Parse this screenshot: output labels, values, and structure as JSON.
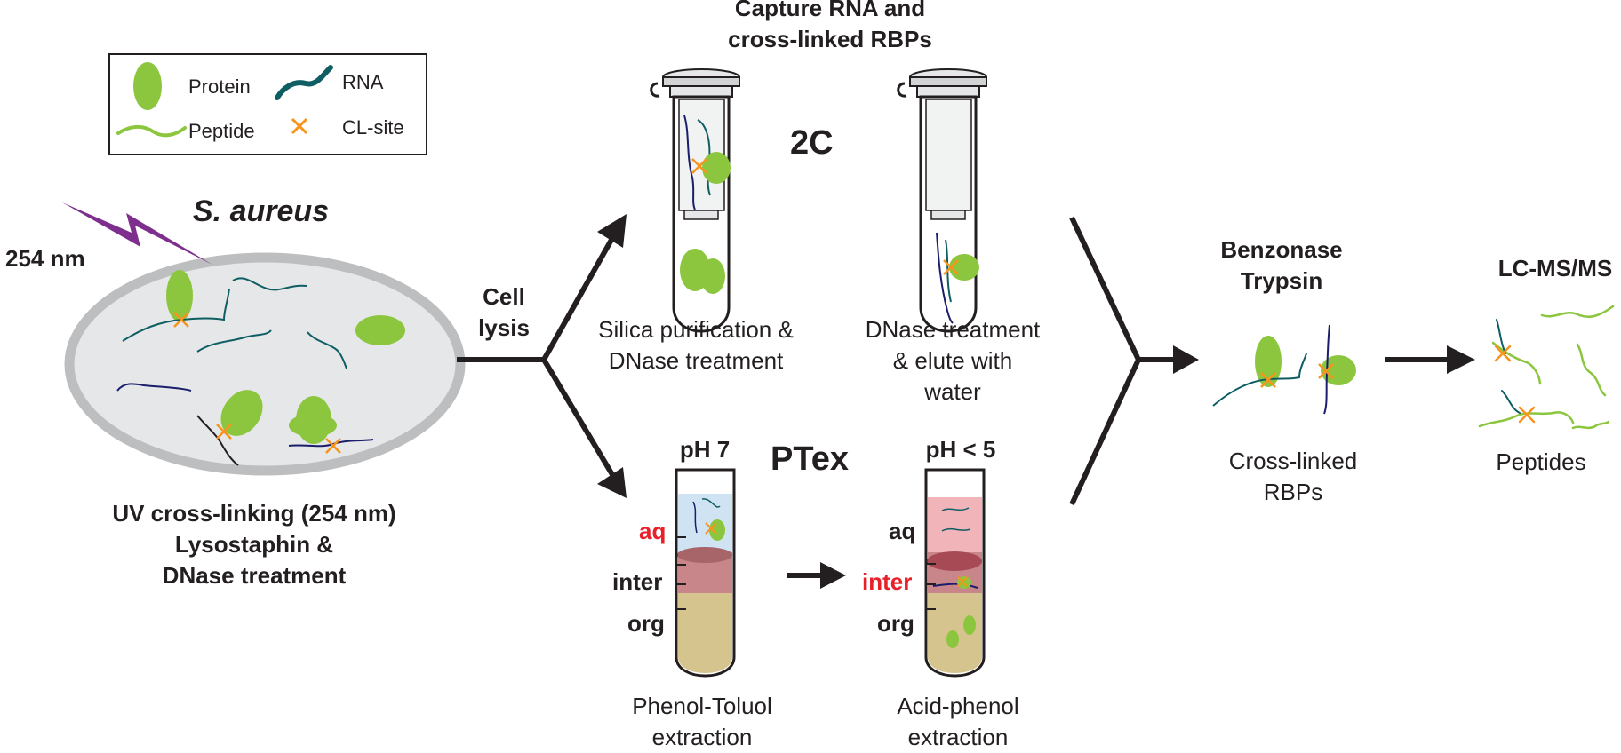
{
  "legend": {
    "protein": "Protein",
    "rna": "RNA",
    "peptide": "Peptide",
    "cl_site": "CL-site"
  },
  "cell": {
    "wavelength": "254 nm",
    "organism": "S. aureus",
    "caption_line1": "UV cross-linking (254 nm)",
    "caption_line2": "Lysostaphin &",
    "caption_line3": "DNase treatment"
  },
  "lysis": {
    "line1": "Cell",
    "line2": "lysis"
  },
  "method_2c": {
    "header_line1": "Capture RNA and",
    "header_line2": "cross-linked RBPs",
    "name": "2C",
    "step1_line1": "Silica purification &",
    "step1_line2": "DNase treatment",
    "step2_line1": "DNase treatment",
    "step2_line2": "& elute with",
    "step2_line3": "water"
  },
  "method_ptex": {
    "name": "PTex",
    "tube1_ph": "pH 7",
    "tube2_ph": "pH < 5",
    "phase_aq": "aq",
    "phase_inter": "inter",
    "phase_org": "org",
    "step1_line1": "Phenol-Toluol",
    "step1_line2": "extraction",
    "step2_line1": "Acid-phenol",
    "step2_line2": "extraction"
  },
  "digest": {
    "line1": "Benzonase",
    "line2": "Trypsin",
    "caption_line1": "Cross-linked",
    "caption_line2": "RBPs"
  },
  "ms": {
    "title": "LC-MS/MS",
    "caption": "Peptides"
  },
  "colors": {
    "protein": "#8cc63f",
    "rna": "#0e5e63",
    "dna": "#1b1f6b",
    "cl_site": "#f7941d",
    "uv": "#7e2f8e",
    "cell_fill": "#e6e7e8",
    "cell_border": "#bcbec0",
    "aq_neutral": "#cfe3f2",
    "aq_acid": "#f1b5b9",
    "interphase": "#c9868a",
    "organic": "#d6c48e",
    "highlight": "#e8202a"
  }
}
